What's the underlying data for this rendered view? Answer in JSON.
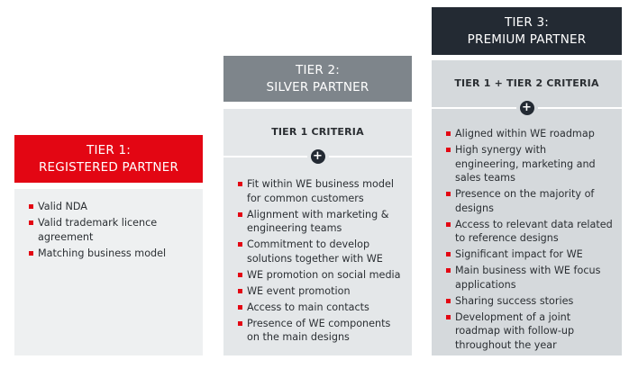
{
  "tiers": [
    {
      "title_line1": "TIER 1:",
      "title_line2": "REGISTERED PARTNER",
      "color": "#e30613",
      "items": [
        "Valid NDA",
        "Valid trademark licence agreement",
        "Matching business model"
      ]
    },
    {
      "title_line1": "TIER 2:",
      "title_line2": "SILVER PARTNER",
      "color": "#7e858b",
      "criteria": "TIER 1 CRITERIA",
      "items": [
        "Fit within WE business model for common customers",
        "Alignment with marketing & engineering teams",
        "Commitment to develop solutions together with WE",
        "WE promotion on social media",
        "WE event promotion",
        "Access to main contacts",
        "Presence of WE components on the main designs"
      ]
    },
    {
      "title_line1": "TIER 3:",
      "title_line2": "PREMIUM PARTNER",
      "color": "#232a33",
      "criteria": "TIER 1 + TIER 2 CRITERIA",
      "items": [
        "Aligned within WE roadmap",
        "High synergy with engineering, marketing and sales teams",
        "Presence on the majority of designs",
        "Access to relevant data related to reference designs",
        "Significant impact for WE",
        "Main business with WE focus applications",
        "Sharing success stories",
        "Development of a joint roadmap with follow-up throughout the year"
      ]
    }
  ],
  "plus_icon": "+"
}
